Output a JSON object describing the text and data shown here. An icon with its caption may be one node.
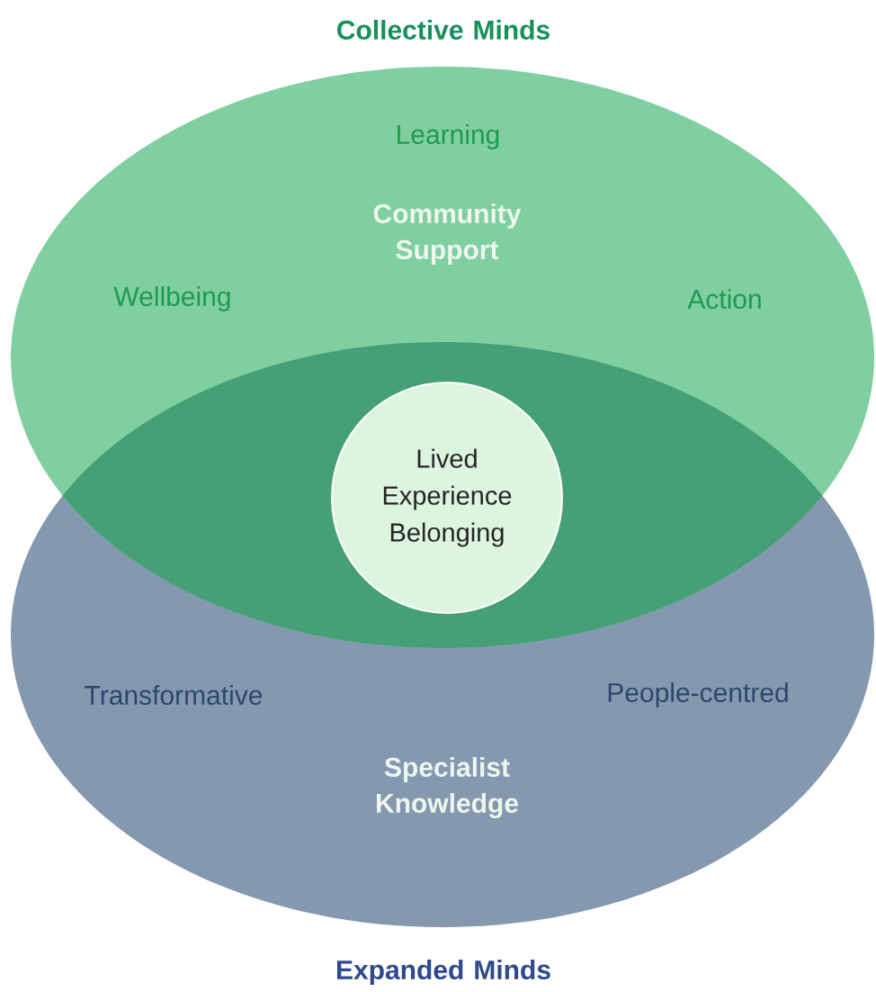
{
  "diagram": {
    "nodes": [
      {
        "text": [
          "Collective Minds",
          "Learning",
          "Community Support",
          "Wellbeing",
          "Action"
        ]
      },
      {
        "text": [
          "Expanded Minds",
          "Transformative",
          "People-centred",
          "Specialist Knowledge"
        ]
      },
      {
        "text": [
          "Lived Experience Belonging"
        ]
      }
    ]
  }
}
